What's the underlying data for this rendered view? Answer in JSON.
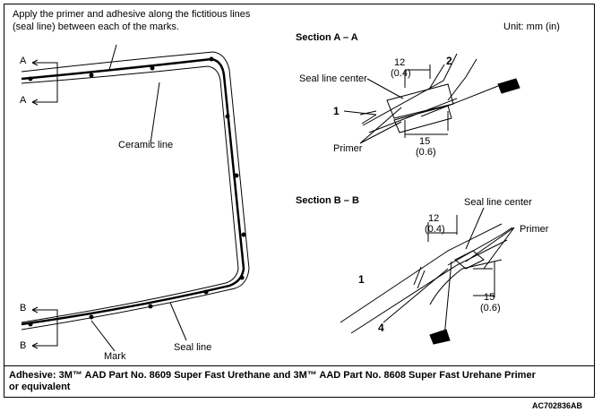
{
  "instruction_line1": "Apply the primer and adhesive along the fictitious lines",
  "instruction_line2": "(seal line) between each of the marks.",
  "unit": "Unit: mm (in)",
  "section_aa": {
    "title": "Section A – A",
    "dim_top_mm": "12",
    "dim_top_in": "(0.4)",
    "dim_bottom_mm": "15",
    "dim_bottom_in": "(0.6)",
    "seal_line_center": "Seal line center",
    "primer": "Primer",
    "callout_1": "1",
    "callout_2": "2"
  },
  "section_bb": {
    "title": "Section B – B",
    "dim_top_mm": "12",
    "dim_top_in": "(0.4)",
    "dim_bottom_mm": "15",
    "dim_bottom_in": "(0.6)",
    "seal_line_center": "Seal line center",
    "primer": "Primer",
    "callout_1": "1",
    "callout_4": "4"
  },
  "windshield": {
    "label_a": "A",
    "label_b": "B",
    "ceramic_line": "Ceramic line",
    "seal_line": "Seal line",
    "mark": "Mark"
  },
  "footer_line1": "Adhesive: 3M™ AAD Part No. 8609 Super Fast Urethane and 3M™ AAD Part No. 8608 Super Fast Urehane Primer",
  "footer_line2": "or equivalent",
  "figure_code": "AC702836AB"
}
